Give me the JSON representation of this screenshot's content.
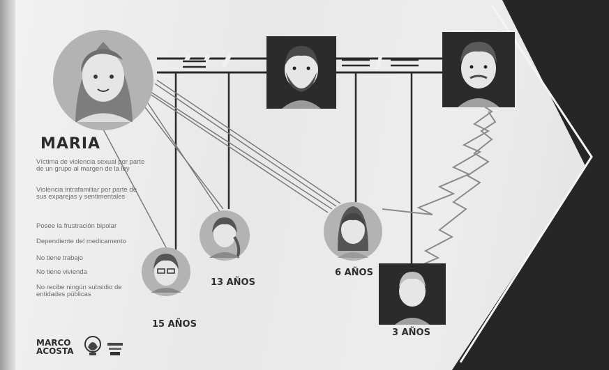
{
  "main_person": {
    "name": "MARIA",
    "facts": [
      "Víctima de violencia sexual por parte de un grupo al margen de la ley",
      "Violencia intrafamiliar por parte de sus exparejas y sentimentales",
      "Posee la frustración bipolar",
      "Dependiente del medicamento",
      "No tiene trabajo",
      "No tiene vivienda",
      "No recibe ningún subsidio de entidades públicas"
    ]
  },
  "children": [
    {
      "age_label": "15 AÑOS"
    },
    {
      "age_label": "13 AÑOS"
    },
    {
      "age_label": "6 AÑOS"
    },
    {
      "age_label": "3 AÑOS"
    }
  ],
  "logo": {
    "line1": "MARCO",
    "line2": "ACOSTA"
  },
  "colors": {
    "avatar_circle": "#b3b3b3",
    "avatar_square": "#2b2b2b",
    "dark_panel": "#262626",
    "line": "#2a2a2a",
    "skin": "#e6e6e6"
  }
}
